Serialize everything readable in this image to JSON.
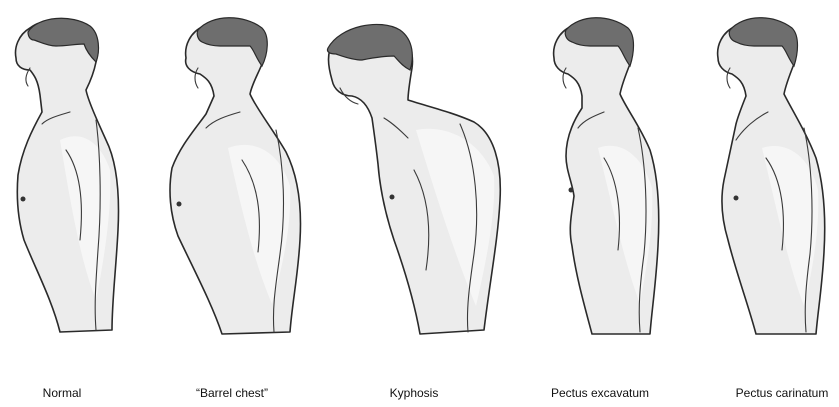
{
  "figures": [
    {
      "caption": "Normal"
    },
    {
      "caption": "“Barrel chest”"
    },
    {
      "caption": "Kyphosis"
    },
    {
      "caption": "Pectus excavatum"
    },
    {
      "caption": "Pectus carinatum"
    }
  ]
}
